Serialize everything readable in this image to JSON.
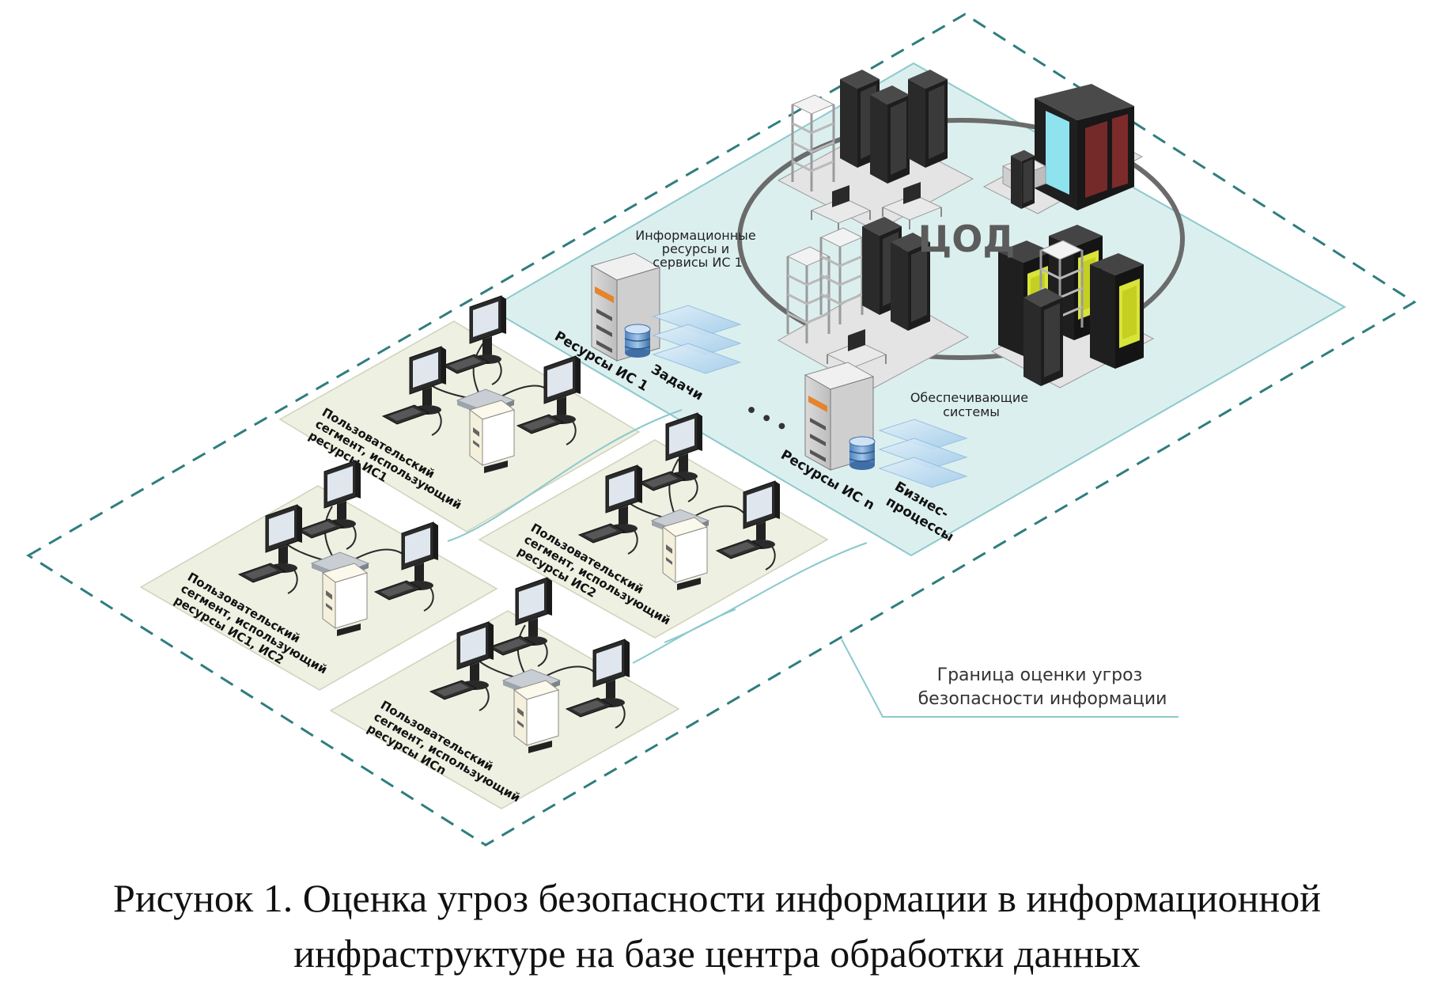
{
  "labels": {
    "cod": "ЦОД",
    "info_resources_lines": [
      "Информационные",
      "ресурсы и",
      "сервисы ИС 1"
    ],
    "res_is1": "Ресурсы ИС 1",
    "tasks": "Задачи",
    "support_lines": [
      "Обеспечивающие",
      "системы"
    ],
    "res_isn": "Ресурсы ИС n",
    "biz_lines": [
      "Бизнес-",
      "процессы"
    ],
    "boundary_lines": [
      "Граница оценки угроз",
      "безопасности информации"
    ],
    "ellipsis": "• • •"
  },
  "segments": [
    {
      "lines": [
        "Пользовательский",
        "сегмент, использующий",
        "ресурсы ИС1"
      ]
    },
    {
      "lines": [
        "Пользовательский",
        "сегмент, использующий",
        "ресурсы ИС2"
      ]
    },
    {
      "lines": [
        "Пользовательский",
        "сегмент, использующий",
        "ресурсы ИС1, ИС2"
      ]
    },
    {
      "lines": [
        "Пользовательский",
        "сегмент, использующий",
        "ресурсы ИСn"
      ]
    }
  ],
  "caption": {
    "line1": "Рисунок 1. Оценка угроз безопасности информации в информационной",
    "line2": "инфраструктуре на базе центра обработки данных"
  },
  "colors": {
    "boundary": "#2f7d7e",
    "cod_zone": "#dcefef",
    "cod_zone_stroke": "#8cc9cc",
    "segment_zone": "#eef0e2",
    "segment_stroke": "#cfd3bb",
    "ring": "#6b6b6b",
    "rack_yellow": "#d9e43a",
    "rack_cyan": "#8ee3ef"
  }
}
